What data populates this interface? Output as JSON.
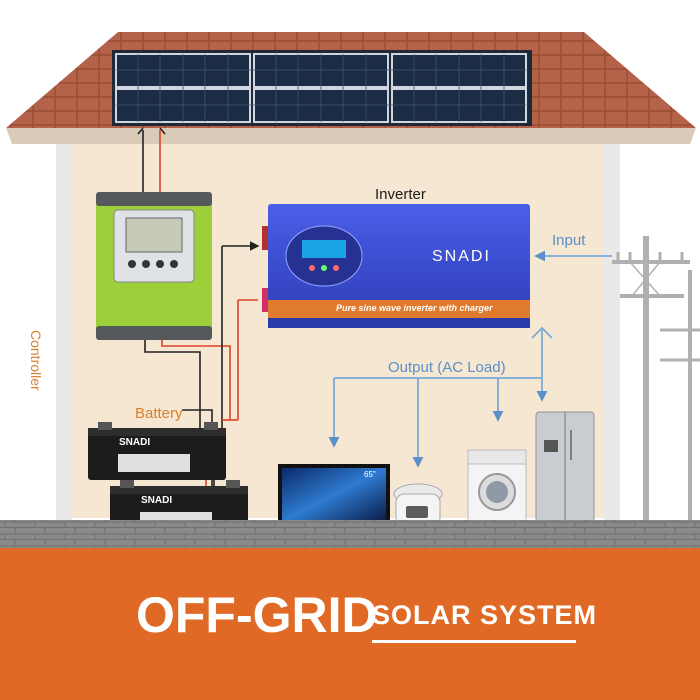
{
  "labels": {
    "inverter": "Inverter",
    "input": "Input",
    "controller": "Controller",
    "battery": "Battery",
    "output": "Output (AC Load)"
  },
  "devices": {
    "inverter_brand": "SNADI",
    "inverter_caption": "Pure sine wave inverter with charger",
    "battery_brand": "SNADI",
    "tv_size": "65\""
  },
  "title": {
    "main": "OFF-GRID",
    "sub": "SOLAR SYSTEM"
  },
  "colors": {
    "roof": "#b4624a",
    "wall": "#f5e7d2",
    "controller_green": "#9ccf3a",
    "inverter_blue": "#3b4fd6",
    "battery_black": "#1c1c1c",
    "wire_red": "#e0402a",
    "wire_ac": "#7aaad8",
    "title_band": "#e06a25",
    "label_orange": "#d9812c"
  }
}
